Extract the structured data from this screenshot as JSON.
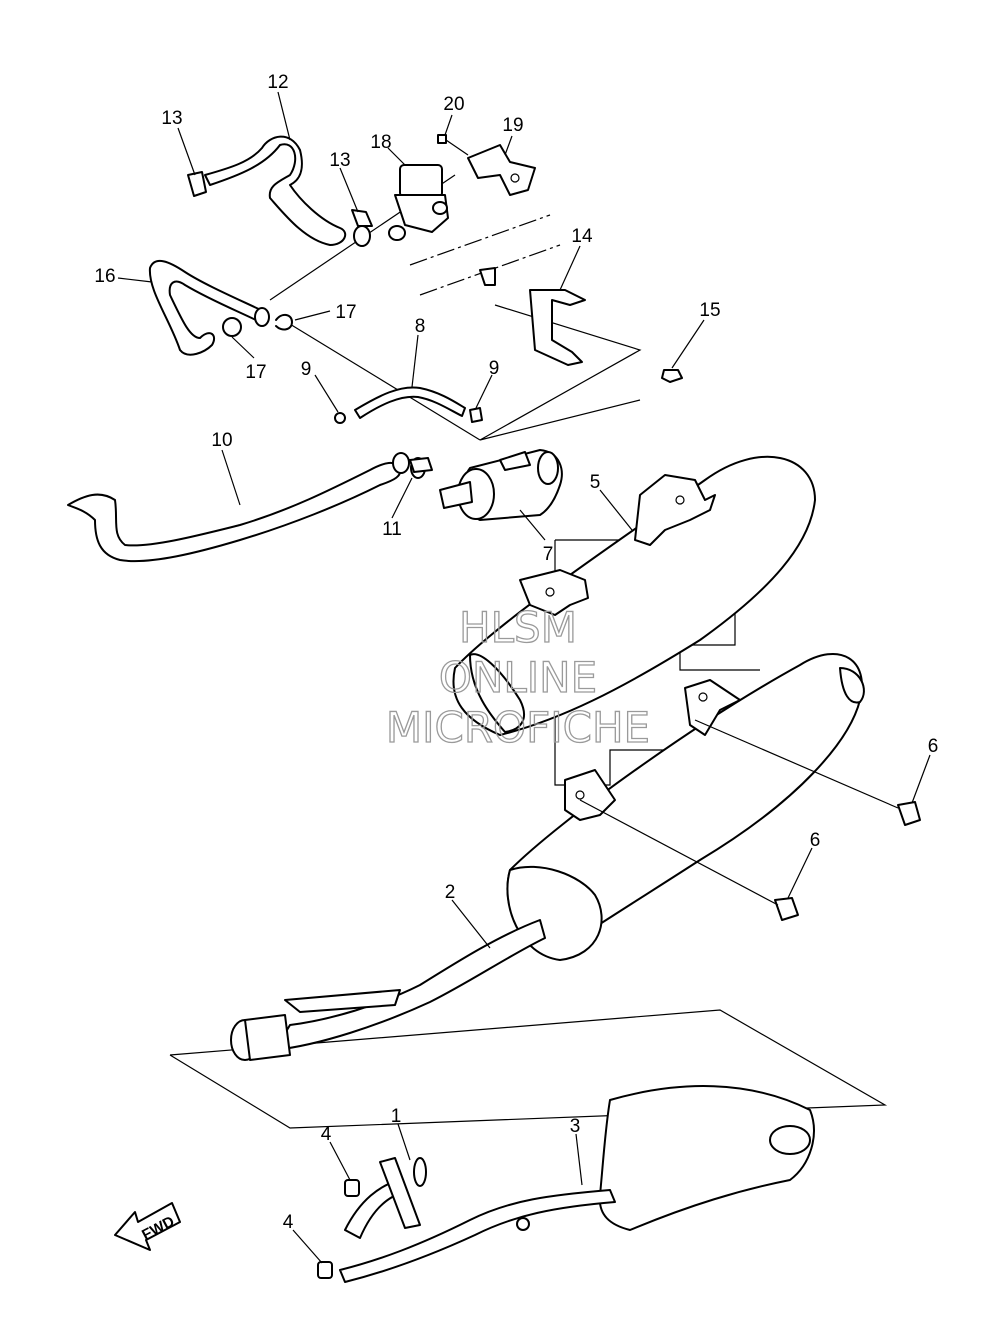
{
  "watermark": [
    "HLSM",
    "ONLINE",
    "MICROFICHE"
  ],
  "direction_label": "FWD",
  "callouts": [
    "1",
    "2",
    "3",
    "4",
    "4",
    "5",
    "6",
    "6",
    "7",
    "8",
    "9",
    "9",
    "10",
    "11",
    "12",
    "13",
    "13",
    "14",
    "15",
    "16",
    "17",
    "17",
    "18",
    "19",
    "20"
  ],
  "colors": {
    "line": "#000000",
    "watermark": "#9a9a9a",
    "background": "#ffffff"
  }
}
